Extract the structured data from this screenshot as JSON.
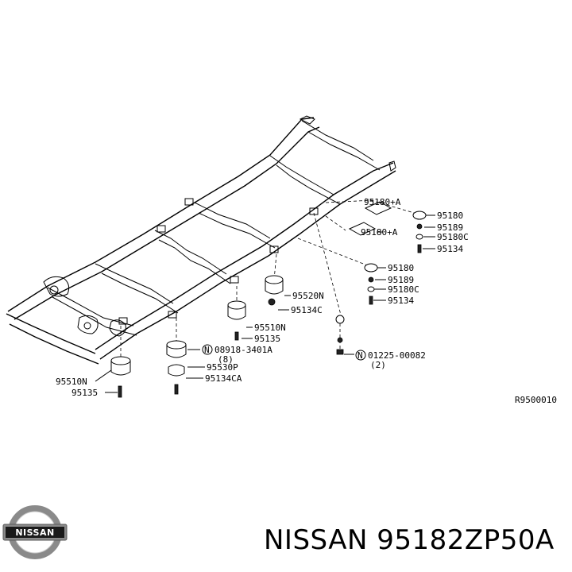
{
  "labels": {
    "p95180A_1": "95180+A",
    "p95180A_2": "95180+A",
    "p95180_r1": "95180",
    "p95189_r1": "95189",
    "p95180C_r1": "95180C",
    "p95134_r1": "95134",
    "p95180_r2": "95180",
    "p95189_r2": "95189",
    "p95180C_r2": "95180C",
    "p95134_r2": "95134",
    "p95520N": "95520N",
    "p95134C": "95134C",
    "p95510N_mid": "95510N",
    "p95135_mid": "95135",
    "p08918": "08918-3401A",
    "p08918_qty": "(8)",
    "p95530P": "95530P",
    "p95134CA": "95134CA",
    "p01225": "01225-00082",
    "p01225_qty": "(2)",
    "p95510N_left": "95510N",
    "p95135_left": "95135",
    "circle_n": "N",
    "ref_code": "R9500010"
  },
  "footer": {
    "brand": "NISSAN",
    "part_number": "NISSAN 95182ZP50A"
  },
  "colors": {
    "ink": "#000000",
    "background": "#ffffff",
    "logo_gray": "#8a8a8a"
  }
}
